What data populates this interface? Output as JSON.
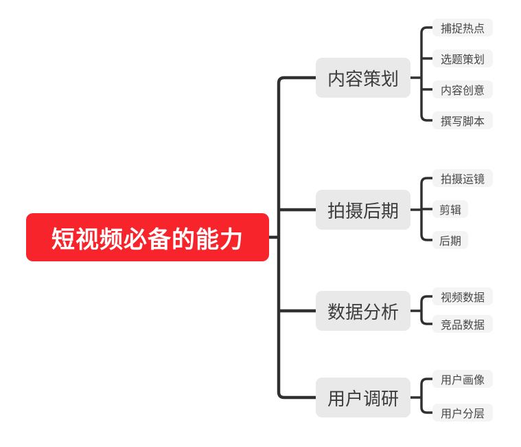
{
  "canvas": {
    "background_color": "#ffffff",
    "connector_color": "#303030"
  },
  "root": {
    "label": "短视频必备的能力",
    "bg_color": "#f8242c",
    "text_color": "#ffffff"
  },
  "branches": [
    {
      "label": "内容策划",
      "children": [
        "捕捉热点",
        "选题策划",
        "内容创意",
        "撰写脚本"
      ]
    },
    {
      "label": "拍摄后期",
      "children": [
        "拍摄运镜",
        "剪辑",
        "后期"
      ]
    },
    {
      "label": "数据分析",
      "children": [
        "视频数据",
        "竞品数据"
      ]
    },
    {
      "label": "用户调研",
      "children": [
        "用户画像",
        "用户分层"
      ]
    }
  ]
}
